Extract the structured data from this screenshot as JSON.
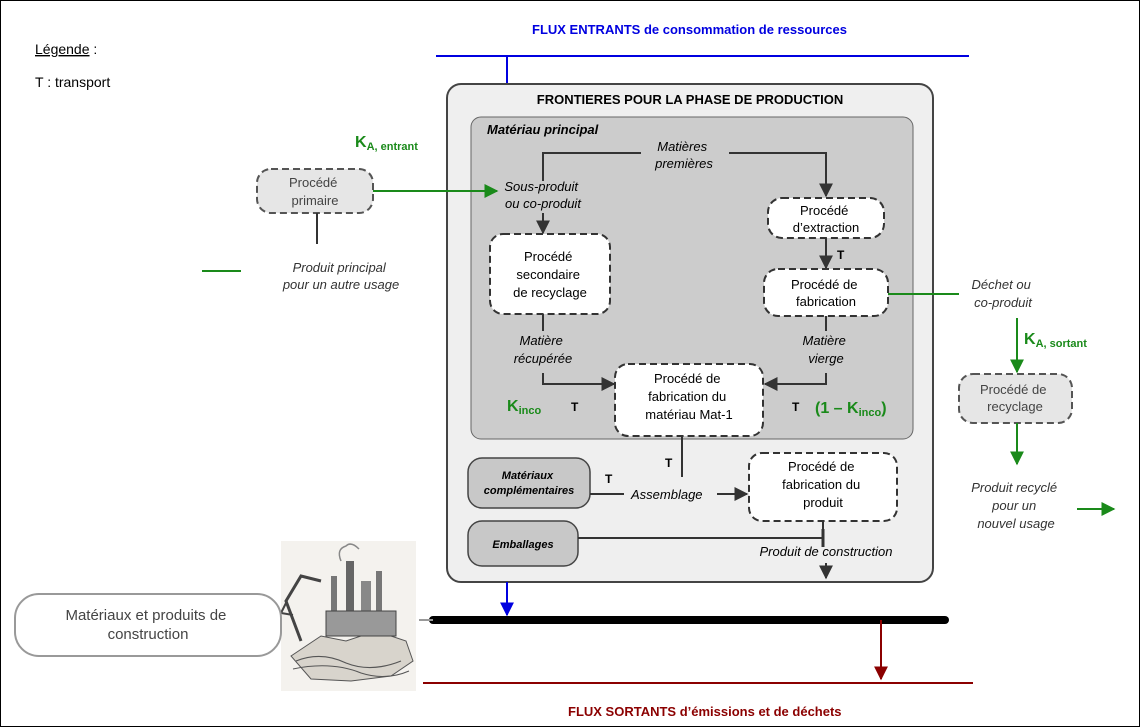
{
  "legend": {
    "title": "Légende",
    "colon": " :",
    "transport": "T : transport"
  },
  "flux_entrants": "FLUX ENTRANTS de consommation de ressources",
  "flux_sortants": "FLUX SORTANTS d’émissions et de déchets",
  "frontieres": "FRONTIERES POUR LA PHASE DE PRODUCTION",
  "materiau_principal": "Matériau principal",
  "matieres_premieres": [
    "Matières",
    "premières"
  ],
  "sous_produit": [
    "Sous-produit",
    "ou co-produit"
  ],
  "procede_extraction": [
    "Procédé",
    "d’extraction"
  ],
  "procede_fabrication": [
    "Procédé de",
    "fabrication"
  ],
  "procede_secondaire": [
    "Procédé",
    "secondaire",
    "de recyclage"
  ],
  "matiere_recuperee": [
    "Matière",
    "récupérée"
  ],
  "matiere_vierge": [
    "Matière",
    "vierge"
  ],
  "procede_mat1": [
    "Procédé de",
    "fabrication du",
    "matériau Mat-1"
  ],
  "k_inco": {
    "main": "K",
    "sub": "inco"
  },
  "one_minus_k": {
    "pre": "(1 – K",
    "sub": "inco",
    "post": ")"
  },
  "t_label": "T",
  "procede_primaire": [
    "Procédé",
    "primaire"
  ],
  "ka_entrant": {
    "main": "K",
    "sub": "A, entrant"
  },
  "produit_principal": [
    "Produit principal",
    "pour un autre usage"
  ],
  "dechet": [
    "Déchet ou",
    "co-produit"
  ],
  "ka_sortant": {
    "main": "K",
    "sub": "A, sortant"
  },
  "procede_recyclage": [
    "Procédé de",
    "recyclage"
  ],
  "produit_recycle": [
    "Produit recyclé",
    "pour un",
    "nouvel usage"
  ],
  "materiaux_complementaires": [
    "Matériaux",
    "complémentaires"
  ],
  "assemblage": "Assemblage",
  "procede_produit": [
    "Procédé de",
    "fabrication du",
    "produit"
  ],
  "emballages": "Emballages",
  "produit_construction": "Produit de construction",
  "materiaux_produits": [
    "Matériaux et produits de",
    "construction"
  ],
  "colors": {
    "green": "#1a8a1a",
    "blue": "#0000e0",
    "darkred": "#8b0000",
    "arrow": "#333333"
  },
  "icons": {
    "illustration": "construction-machinery-sketch"
  }
}
